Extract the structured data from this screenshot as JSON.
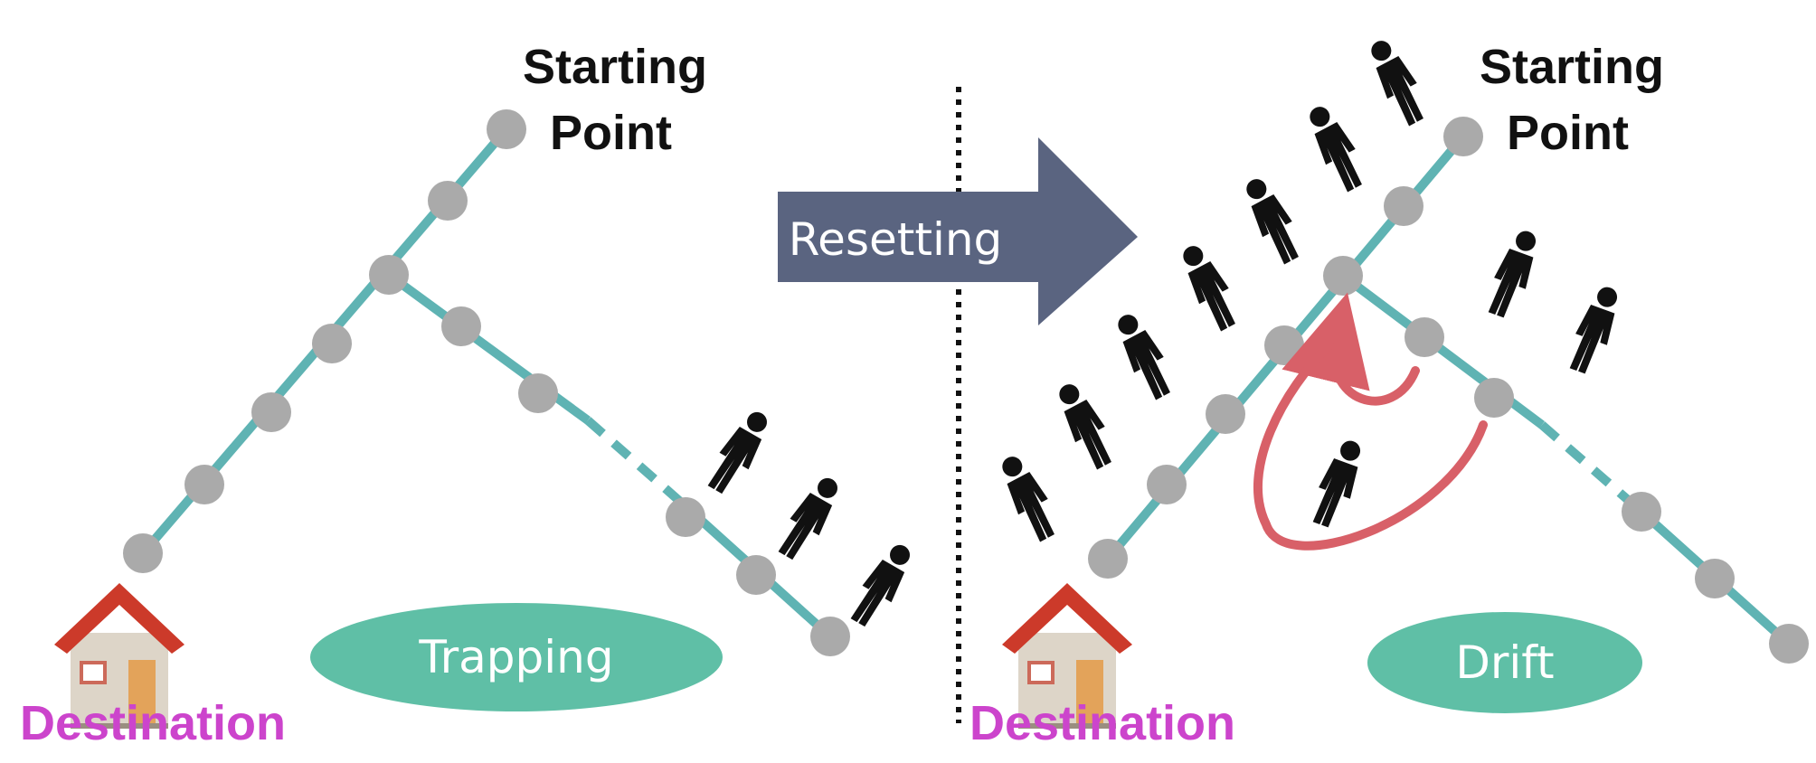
{
  "left_panel": {
    "start_label": [
      "Starting",
      "Point"
    ],
    "destination_label": "Destination",
    "badge_label": "Trapping"
  },
  "right_panel": {
    "start_label": [
      "Starting",
      "Point"
    ],
    "destination_label": "Destination",
    "badge_label": "Drift"
  },
  "transition_arrow_label": "Resetting",
  "colors": {
    "path": "#5fb3b3",
    "node": "#aaaaaa",
    "badge": "#5fbfa6",
    "arrow": "#5a6480",
    "loop_arrow": "#d86068",
    "destination_text": "#cc44cc",
    "person": "#111111"
  },
  "icons": [
    "house-icon",
    "person-icon",
    "loop-arrow-icon",
    "right-arrow-icon"
  ]
}
